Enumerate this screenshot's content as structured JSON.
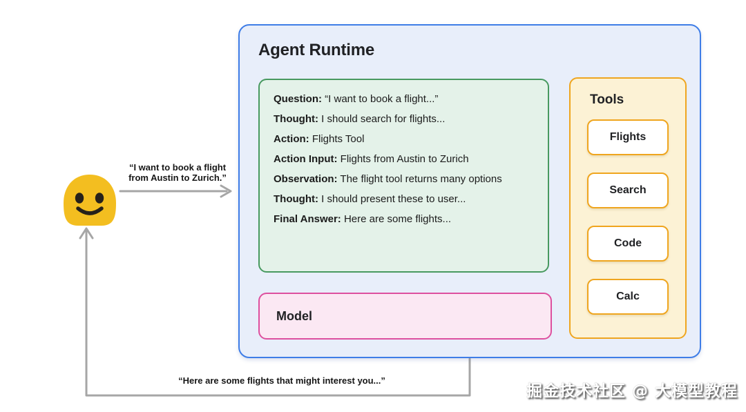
{
  "user": {
    "emoji": "smiling-blob-emoji",
    "request_line1": "“I want to book a flight",
    "request_line2": "from Austin to Zurich.”",
    "response_message": "“Here are some flights that might interest you...”"
  },
  "runtime": {
    "title": "Agent Runtime",
    "scratchpad": {
      "steps": [
        {
          "label": "Question:",
          "text": " “I want to book a flight...”"
        },
        {
          "label": "Thought:",
          "text": " I should search for flights..."
        },
        {
          "label": "Action:",
          "text": " Flights Tool"
        },
        {
          "label": "Action Input:",
          "text": " Flights from Austin to Zurich"
        },
        {
          "label": "Observation:",
          "text": " The flight tool returns many options"
        },
        {
          "label": "Thought:",
          "text": " I should present these to user..."
        },
        {
          "label": "Final Answer:",
          "text": " Here are some flights..."
        }
      ]
    },
    "model": {
      "label": "Model"
    },
    "tools": {
      "title": "Tools",
      "items": [
        {
          "label": "Flights"
        },
        {
          "label": "Search"
        },
        {
          "label": "Code"
        },
        {
          "label": "Calc"
        }
      ]
    }
  },
  "watermark": {
    "text": "掘金技术社区 @ 大模型教程"
  },
  "colors": {
    "runtime_border": "#3e7de7",
    "runtime_fill": "#e8eefa",
    "scratchpad_border": "#47995f",
    "scratchpad_fill": "#e4f2e9",
    "model_border": "#dd4f9e",
    "model_fill": "#fbe8f3",
    "tools_border": "#efa51e",
    "tools_fill": "#fcf2d5",
    "emoji_yellow": "#f3be20",
    "arrow_gray": "#a6a6a6",
    "text": "#1f1f1f"
  }
}
